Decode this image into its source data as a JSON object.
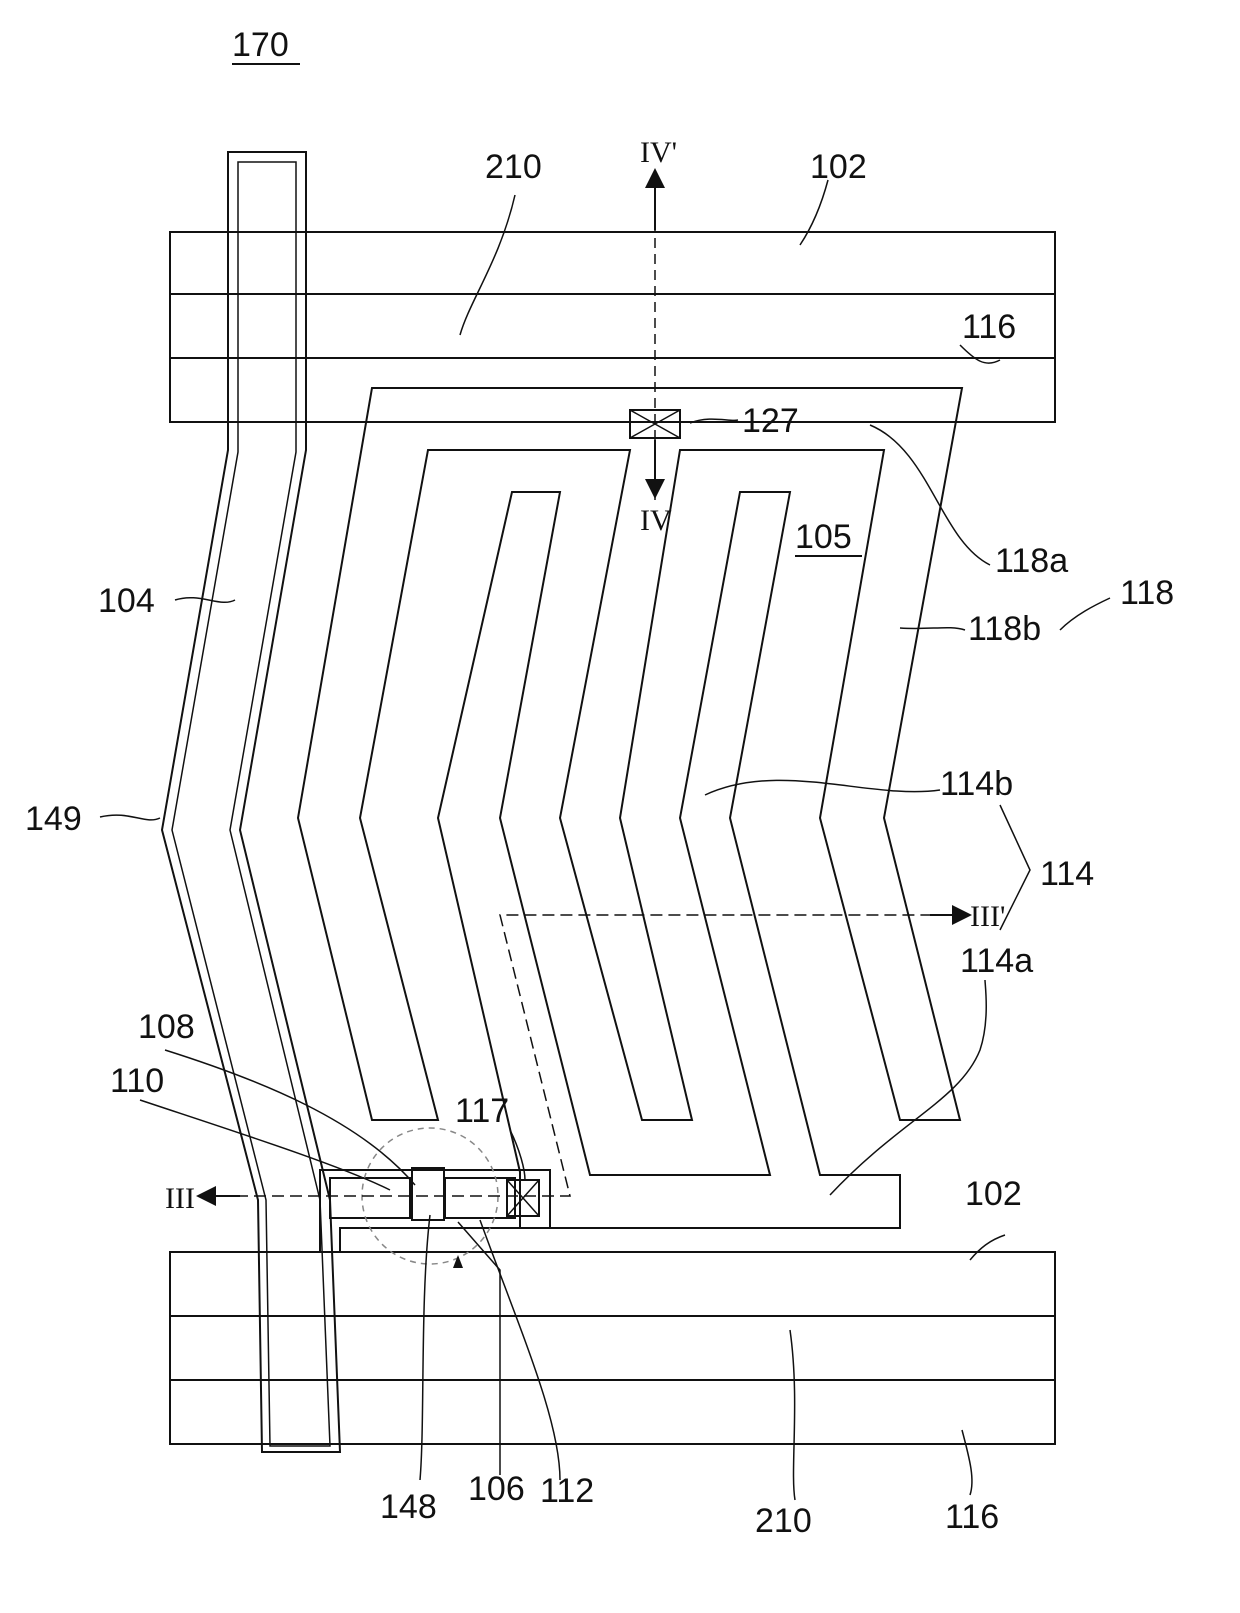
{
  "figure": {
    "title": "170",
    "labels": {
      "l210_top": "210",
      "l102_top": "102",
      "l116_top": "116",
      "l127": "127",
      "l105": "105",
      "l118a": "118a",
      "l118": "118",
      "l118b": "118b",
      "l104": "104",
      "l149": "149",
      "l114b": "114b",
      "l114": "114",
      "l114a": "114a",
      "l108": "108",
      "l110": "110",
      "l117": "117",
      "l102_bot": "102",
      "l148": "148",
      "l106": "106",
      "l112": "112",
      "l210_bot": "210",
      "l116_bot": "116"
    },
    "section_marks": {
      "iv_prime": "IV'",
      "iv": "IV",
      "iii_prime": "III'",
      "iii": "III"
    }
  }
}
